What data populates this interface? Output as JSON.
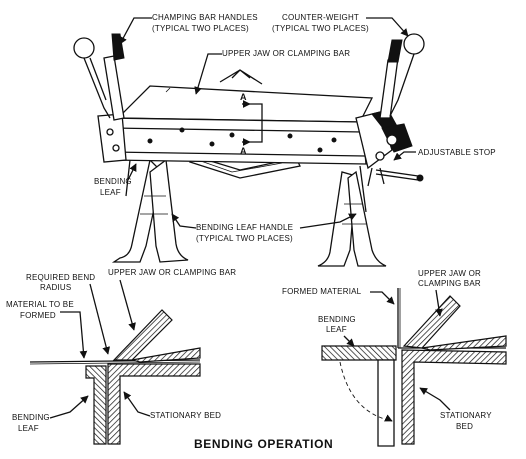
{
  "labels": {
    "clamping_bar_handles": "CHAMPING BAR HANDLES",
    "clamping_bar_handles_sub": "(TYPICAL TWO PLACES)",
    "counter_weight": "COUNTER-WEIGHT",
    "counter_weight_sub": "(TYPICAL TWO PLACES)",
    "upper_jaw_top": "UPPER JAW OR CLAMPING BAR",
    "section_a": "A",
    "adjustable_stop": "ADJUSTABLE STOP",
    "bending_leaf_top_1": "BENDING",
    "bending_leaf_top_2": "LEAF",
    "bending_leaf_handle": "BENDING LEAF HANDLE",
    "bending_leaf_handle_sub": "(TYPICAL TWO PLACES)",
    "required_bend_1": "REQUIRED BEND",
    "required_bend_2": "RADIUS",
    "upper_jaw_left": "UPPER JAW OR CLAMPING BAR",
    "material_to_be_1": "MATERIAL TO BE",
    "material_to_be_2": "FORMED",
    "bending_leaf_left_1": "BENDING",
    "bending_leaf_left_2": "LEAF",
    "stationary_bed_left": "STATIONARY BED",
    "formed_material": "FORMED MATERIAL",
    "upper_jaw_right_1": "UPPER JAW OR",
    "upper_jaw_right_2": "CLAMPING BAR",
    "bending_leaf_right_1": "BENDING",
    "bending_leaf_right_2": "LEAF",
    "stationary_right_1": "STATIONARY",
    "stationary_right_2": "BED",
    "title": "BENDING OPERATION"
  }
}
